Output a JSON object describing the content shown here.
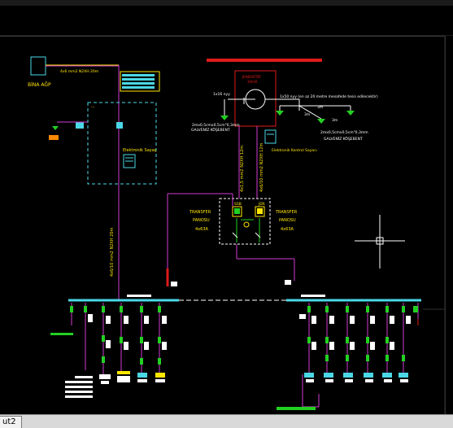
{
  "status_bar": {
    "layout_tab": "ut2"
  },
  "colors": {
    "background": "#000000",
    "magenta": "#d23cd2",
    "red": "#e01a1a",
    "cyan": "#4ad7e6",
    "yellow": "#ffe600",
    "green": "#22d022",
    "white": "#ffffff",
    "orange": "#ff8a00"
  },
  "labels": {
    "bina_ag": "BİNA AĞP",
    "cable_top": "4x6 mm2 N2XH 20m",
    "jenerator": "JENERATÖR",
    "jenerator_kva": "30kVA",
    "ground_left_ref": "1x16 nyy",
    "ground_left": "2mx0,5cmx0,5cm\"0,3mm",
    "galvaniz_left": "GALVENİZ KÖŞEBENT",
    "ground_right_ref": "1x50 nyy (en az 20 metre mesafede tesis edilecektir)",
    "dist_3m_a": "3m",
    "dist_3m_b": "3m",
    "dist_3m_c": "3m",
    "ground_right": "2mx0,5cmx0,5cm\"0,3mm",
    "galvaniz_right": "GALVENİZ KÖŞEBENT",
    "elektronik_sayac": "Elektronik Sayaç",
    "elektronik_kontrol_sayac": "Elektronik Kontrol Sayacı",
    "cable_vertical_1": "4x1,5 mm2 N2XH 12m",
    "cable_vertical_2": "4x6/10 mm2 N2XH 12m",
    "cable_vertical_3": "4x6/10 mm2 N2XH 20m",
    "ssb": "SSB",
    "jen": "JEN",
    "transfer_left": "TRANSFER",
    "pano_left": "PANOSU",
    "pano_left_amp": "4x63A",
    "transfer_right": "TRANSFER",
    "pano_right": "PANOSU",
    "pano_right_amp": "4x63A"
  }
}
